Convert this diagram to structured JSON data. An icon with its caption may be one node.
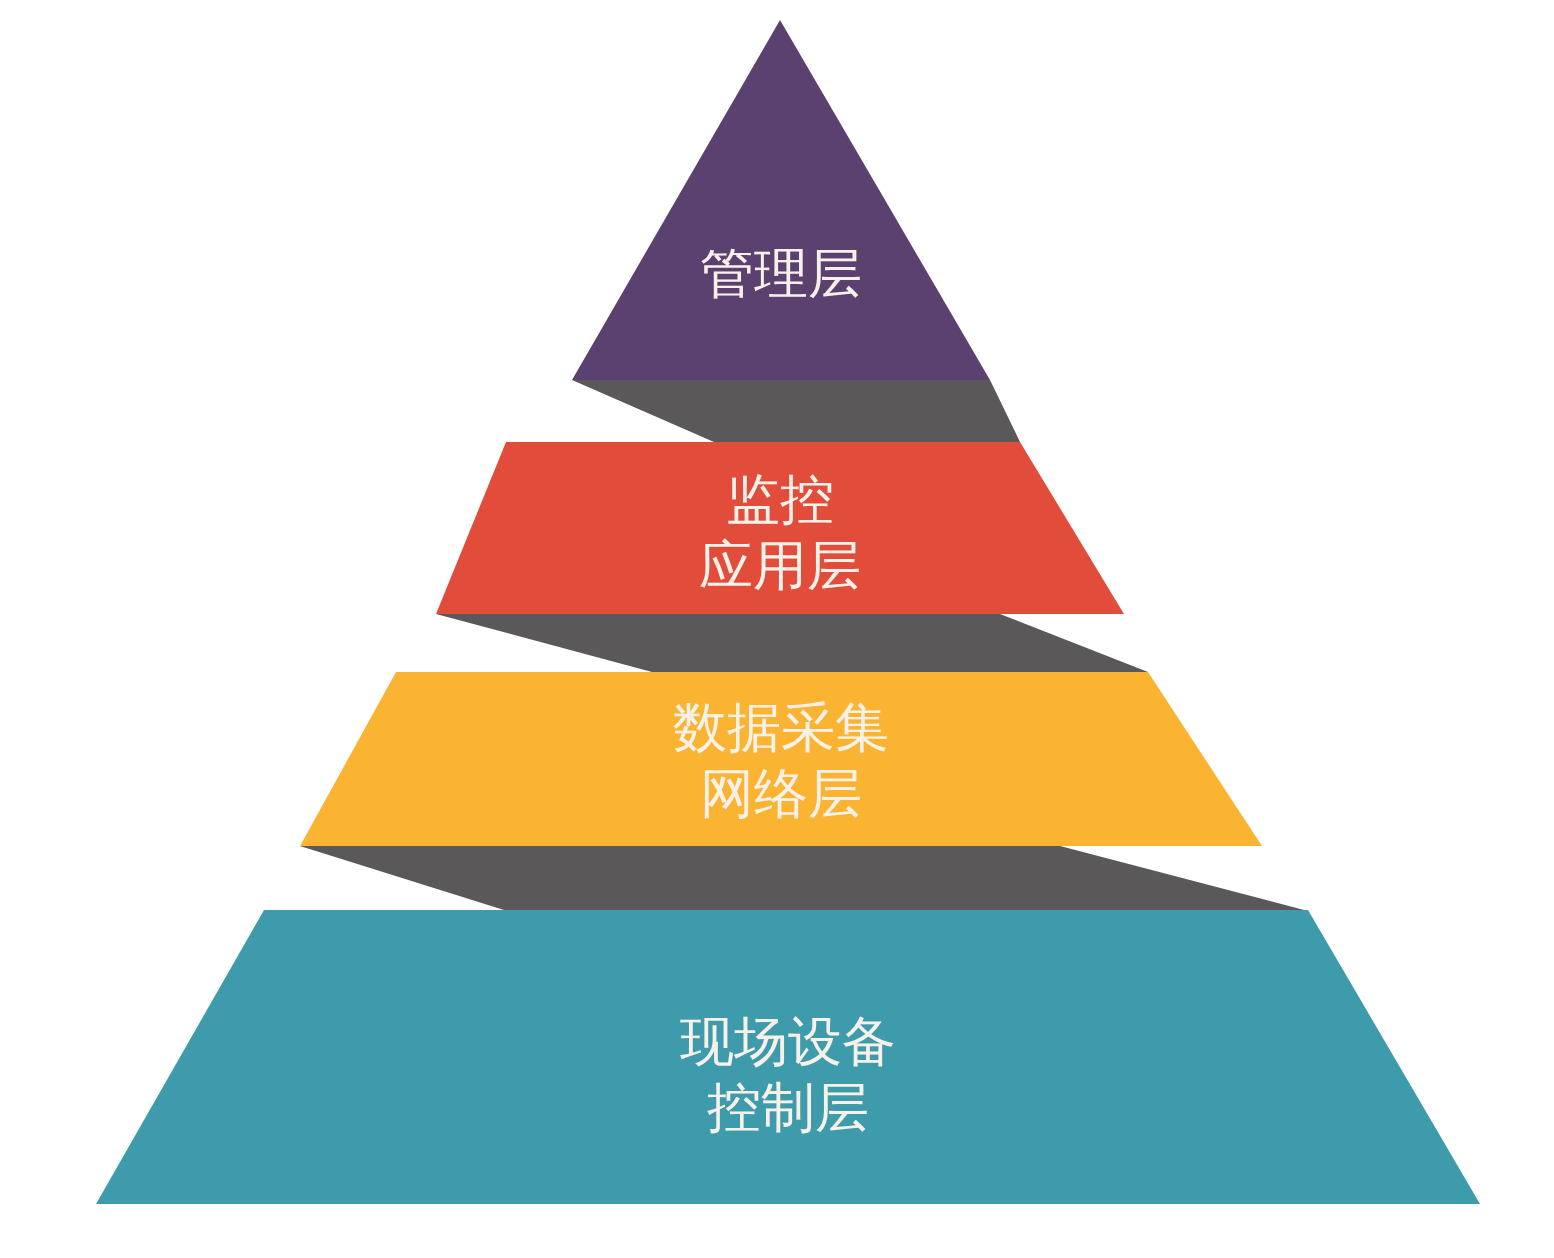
{
  "diagram": {
    "nodes": [
      {
        "text": [
          "管理层"
        ]
      },
      {
        "text": [
          "监控应用层"
        ]
      },
      {
        "text": [
          "数据采集网络层"
        ]
      },
      {
        "text": [
          "现场设备控制层"
        ]
      }
    ]
  }
}
